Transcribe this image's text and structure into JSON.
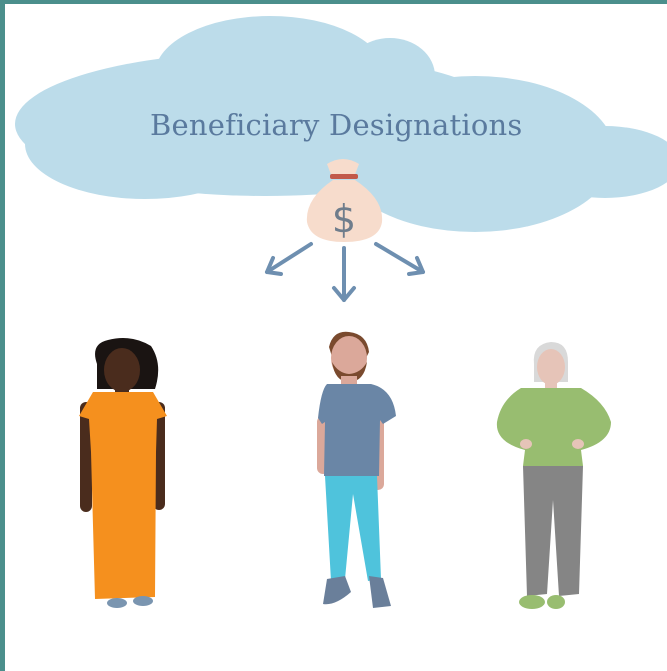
{
  "title": "Beneficiary Designations",
  "icons": {
    "cloud": "cloud-shape",
    "money_bag": "money-bag-dollar-icon",
    "arrows": "distribution-arrows",
    "people": [
      "woman-orange-dress",
      "man-blue-shirt",
      "older-woman-green-sweater"
    ]
  },
  "money_symbol": "$",
  "colors": {
    "border": "#4b8f8c",
    "cloud": "#bcdcea",
    "title": "#5a7a9e",
    "arrow": "#6e8fb0",
    "bag": "#f7dccc",
    "dress": "#f5901e",
    "shirt": "#6a86a6",
    "jeans": "#4fc3dc",
    "sweater": "#98bd70",
    "pants": "#858585"
  }
}
